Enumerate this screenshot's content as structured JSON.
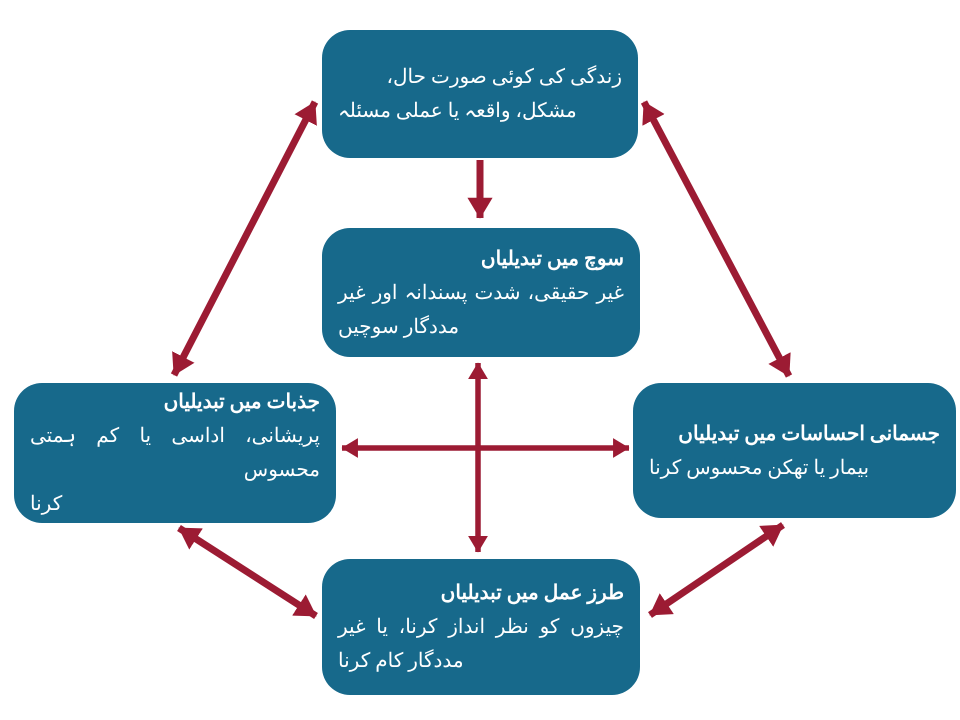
{
  "colors": {
    "box_fill": "#17698B",
    "box_text": "#FFFFFF",
    "arrow": "#9C1B33",
    "background": "#FFFFFF"
  },
  "boxes": {
    "situation": {
      "lines": [
        "زندگی کی کوئی صورت حال،",
        "مشکل، واقعہ یا عملی مسئلہ"
      ]
    },
    "thoughts": {
      "title": "سوچ میں تبدیلیاں",
      "body": [
        "غیر حقیقی، شدت پسندانہ اور غیر",
        "مددگار سوچیں"
      ]
    },
    "feelings": {
      "title": "جذبات میں تبدیلیاں",
      "body": [
        "پریشانی، اداسی یا کم ہمتی محسوس",
        "کرنا"
      ]
    },
    "physical": {
      "title": "جسمانی احساسات میں تبدیلیاں",
      "body": [
        "بیمار یا تھکن محسوس کرنا"
      ]
    },
    "behaviour": {
      "title": "طرز عمل میں تبدیلیاں",
      "body": [
        "چیزوں کو نظر انداز کرنا، یا غیر",
        "مددگار کام کرنا"
      ]
    }
  },
  "connections": [
    {
      "from": "situation",
      "to": "thoughts",
      "bidirectional": false
    },
    {
      "from": "thoughts",
      "to": "behaviour",
      "bidirectional": true
    },
    {
      "from": "feelings",
      "to": "physical",
      "bidirectional": true
    },
    {
      "from": "situation",
      "to": "feelings",
      "bidirectional": true
    },
    {
      "from": "situation",
      "to": "physical",
      "bidirectional": true
    },
    {
      "from": "feelings",
      "to": "behaviour",
      "bidirectional": true
    },
    {
      "from": "physical",
      "to": "behaviour",
      "bidirectional": true
    }
  ]
}
